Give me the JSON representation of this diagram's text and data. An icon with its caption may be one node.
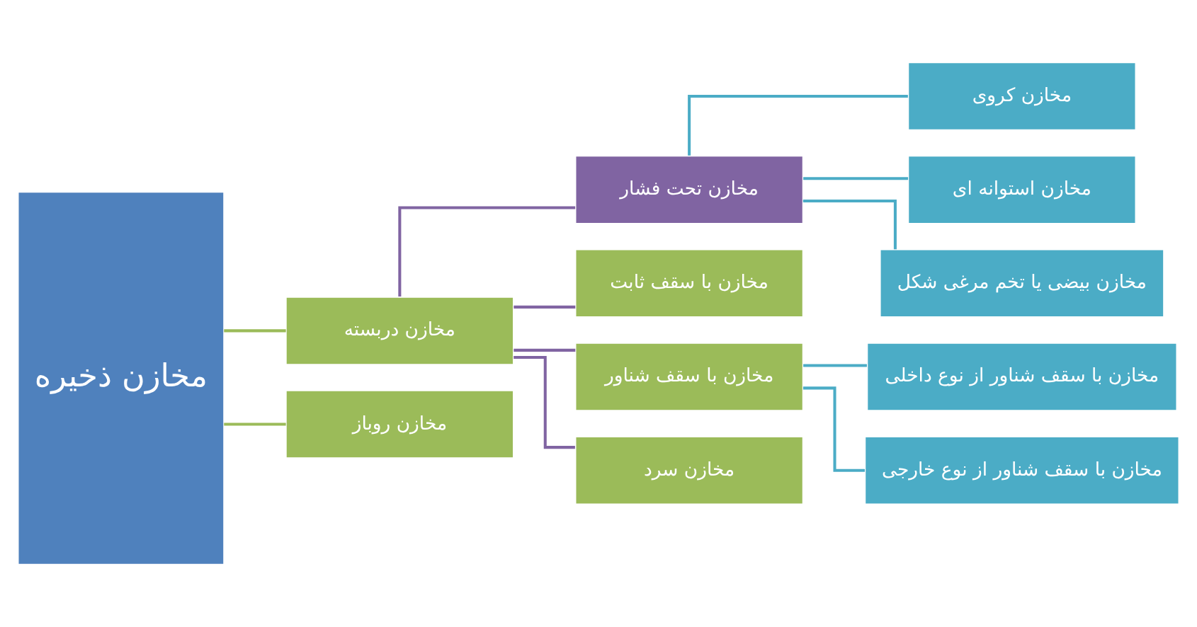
{
  "diagram": {
    "nodes": [
      {
        "text": [
          "مخازن ذخیره"
        ]
      },
      {
        "text": [
          "مخازن دربسته"
        ]
      },
      {
        "text": [
          "مخازن روباز"
        ]
      },
      {
        "text": [
          "مخازن تحت فشار"
        ]
      },
      {
        "text": [
          "مخازن با سقف ثابت"
        ]
      },
      {
        "text": [
          "مخازن با سقف شناور"
        ]
      },
      {
        "text": [
          "مخازن سرد"
        ]
      },
      {
        "text": [
          "مخازن کروی"
        ]
      },
      {
        "text": [
          "مخازن استوانه ای"
        ]
      },
      {
        "text": [
          "مخازن بیضی یا تخم مرغی شکل"
        ]
      },
      {
        "text": [
          "مخازن با سقف شناور از نوع داخلی"
        ]
      },
      {
        "text": [
          "مخازن با سقف شناور از نوع خارجی"
        ]
      }
    ],
    "edges": [
      {
        "from": 0,
        "to": 1,
        "arrow": "none",
        "color": "#9bbb59"
      },
      {
        "from": 0,
        "to": 2,
        "arrow": "none",
        "color": "#9bbb59"
      },
      {
        "from": 1,
        "to": 3,
        "arrow": "none",
        "color": "#8064a2"
      },
      {
        "from": 1,
        "to": 4,
        "arrow": "none",
        "color": "#8064a2"
      },
      {
        "from": 1,
        "to": 5,
        "arrow": "none",
        "color": "#8064a2"
      },
      {
        "from": 1,
        "to": 6,
        "arrow": "none",
        "color": "#8064a2"
      },
      {
        "from": 3,
        "to": 7,
        "arrow": "none"
      },
      {
        "from": 3,
        "to": 8,
        "arrow": "none"
      },
      {
        "from": 3,
        "to": 9,
        "arrow": "none"
      },
      {
        "from": 5,
        "to": 10,
        "arrow": "none"
      },
      {
        "from": 5,
        "to": 11,
        "arrow": "none"
      }
    ]
  }
}
